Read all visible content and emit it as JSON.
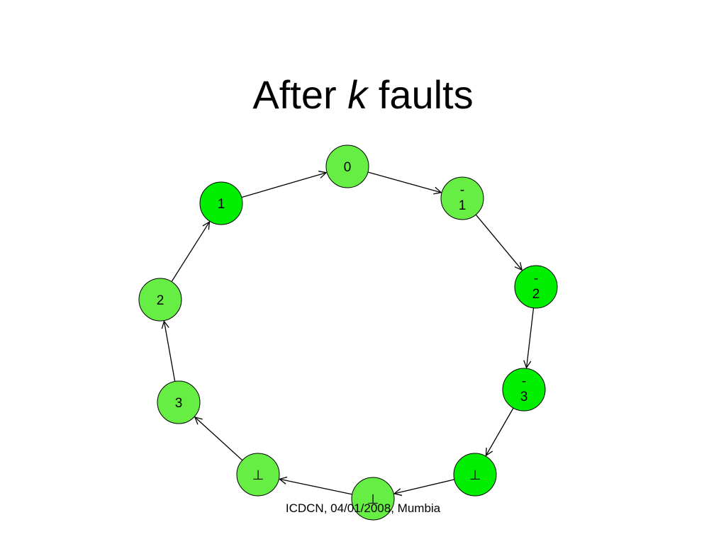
{
  "slide": {
    "title_prefix": "After",
    "title_variable": "k",
    "title_suffix": "faults",
    "footer": "ICDCN, 04/01/2008, Mumbia"
  },
  "colors": {
    "bright_green": "#00ee00",
    "light_green": "#66ee44",
    "edge": "#000000",
    "background": "#ffffff"
  },
  "diagram": {
    "type": "ring",
    "nodes": [
      {
        "id": "n0",
        "label": "0",
        "fill": "#66ee44"
      },
      {
        "id": "n-1",
        "label": "-\n1",
        "fill": "#66ee44"
      },
      {
        "id": "n-2",
        "label": "-\n2",
        "fill": "#00ee00"
      },
      {
        "id": "n-3",
        "label": "-\n3",
        "fill": "#00ee00"
      },
      {
        "id": "nbot1",
        "label": "⊥",
        "fill": "#00ee00"
      },
      {
        "id": "nbot2",
        "label": "⊥",
        "fill": "#66ee44"
      },
      {
        "id": "nbot3",
        "label": "⊥",
        "fill": "#66ee44"
      },
      {
        "id": "n3",
        "label": "3",
        "fill": "#66ee44"
      },
      {
        "id": "n2",
        "label": "2",
        "fill": "#66ee44"
      },
      {
        "id": "n1",
        "label": "1",
        "fill": "#00ee00"
      }
    ],
    "edges": [
      {
        "from": "n0",
        "to": "n-1"
      },
      {
        "from": "n-1",
        "to": "n-2"
      },
      {
        "from": "n-2",
        "to": "n-3"
      },
      {
        "from": "n-3",
        "to": "nbot1"
      },
      {
        "from": "nbot1",
        "to": "nbot2"
      },
      {
        "from": "nbot2",
        "to": "nbot3"
      },
      {
        "from": "nbot3",
        "to": "n3"
      },
      {
        "from": "n3",
        "to": "n2"
      },
      {
        "from": "n2",
        "to": "n1"
      },
      {
        "from": "n1",
        "to": "n0"
      }
    ]
  }
}
